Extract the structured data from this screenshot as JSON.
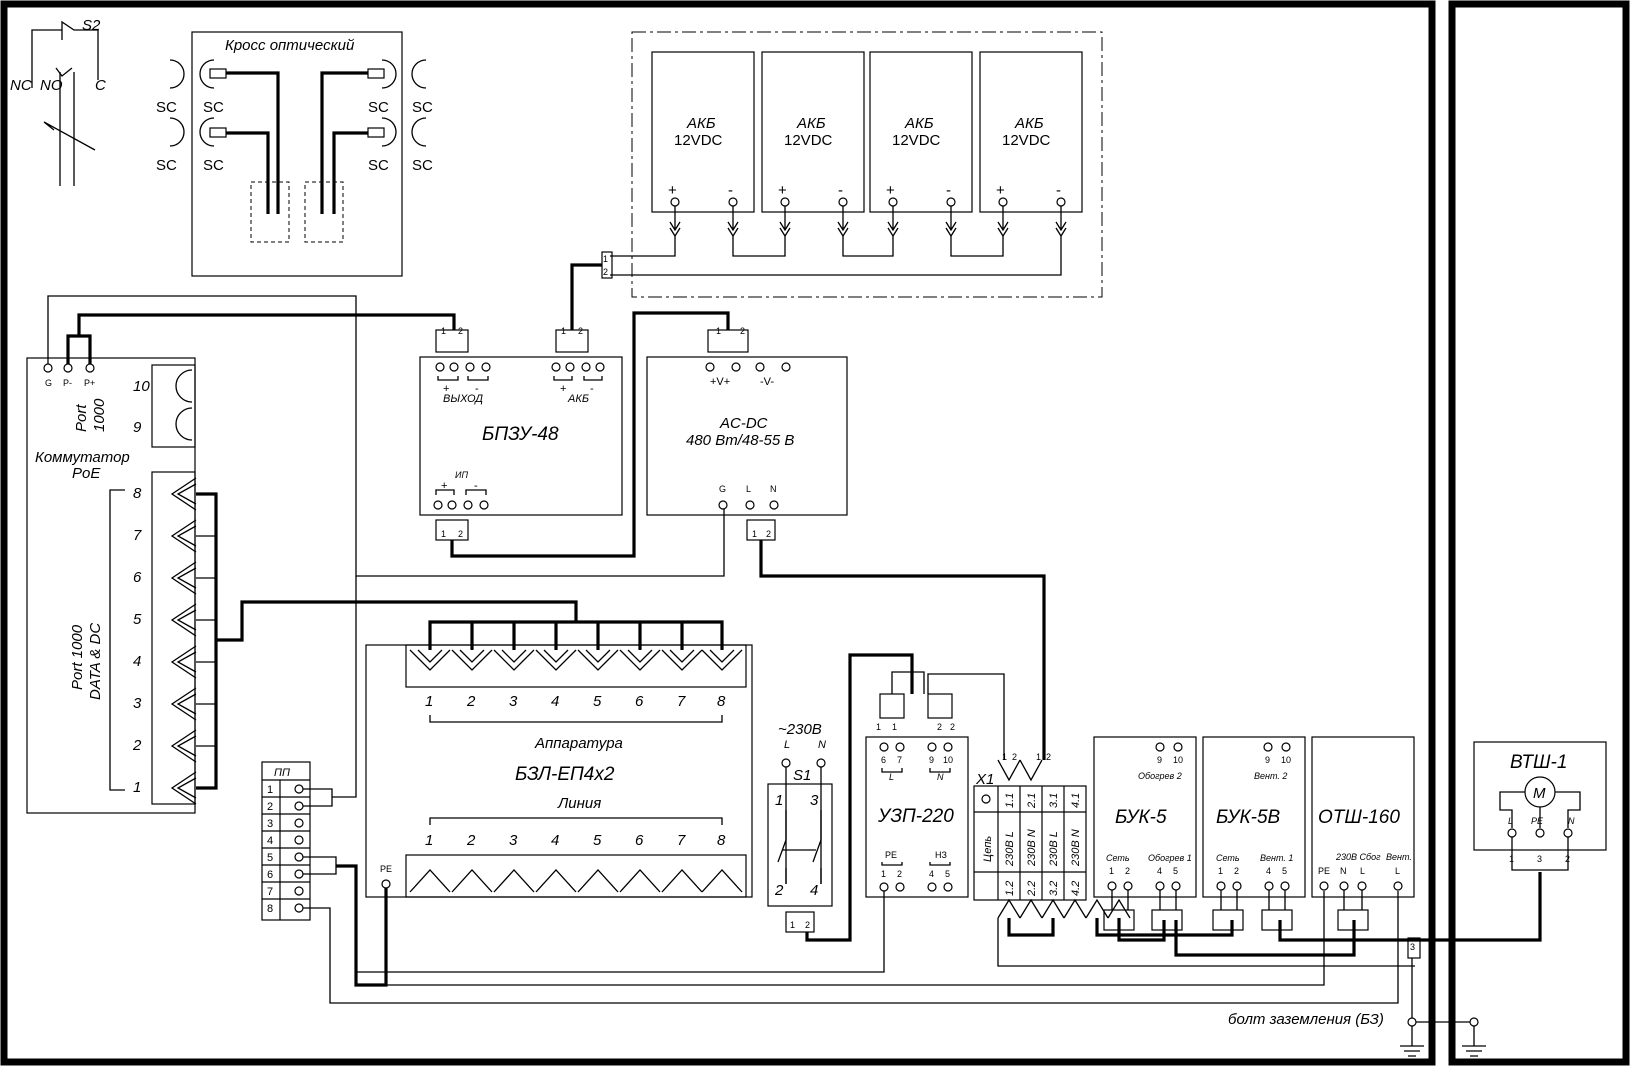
{
  "switch_s2": {
    "label": "S2",
    "nc1": "NC",
    "nc2": "NO",
    "c": "C"
  },
  "optical_cross": {
    "title": "Кросс оптический",
    "port": "SC"
  },
  "batteries": [
    {
      "name": "АКБ",
      "voltage": "12VDC",
      "plus": "+",
      "minus": "-"
    },
    {
      "name": "АКБ",
      "voltage": "12VDC",
      "plus": "+",
      "minus": "-"
    },
    {
      "name": "АКБ",
      "voltage": "12VDC",
      "plus": "+",
      "minus": "-"
    },
    {
      "name": "АКБ",
      "voltage": "12VDC",
      "plus": "+",
      "minus": "-"
    }
  ],
  "poe_switch": {
    "title_line1": "Коммутатор",
    "title_line2": "PoE",
    "pins": [
      "G",
      "P-",
      "P+"
    ],
    "fiber_port_label_1": "Port",
    "fiber_port_label_2": "1000",
    "fiber_ports": [
      "10",
      "9"
    ],
    "copper_port_label_1": "Port 1000",
    "copper_port_label_2": "DATA & DC",
    "copper_ports": [
      "8",
      "7",
      "6",
      "5",
      "4",
      "3",
      "2",
      "1"
    ]
  },
  "bpzu": {
    "name": "БПЗУ-48",
    "out_label": "ВЫХОД",
    "akb_label": "АКБ",
    "ip_label": "ИП",
    "plus": "+",
    "minus": "-"
  },
  "acdc": {
    "line1": "AC-DC",
    "line2": "480 Вт/48-55 В",
    "vplus": "+V+",
    "vminus": "-V-",
    "g": "G",
    "l": "L",
    "n": "N"
  },
  "bzl": {
    "name": "БЗЛ-ЕП4х2",
    "top_label": "Аппаратура",
    "bottom_label": "Линия",
    "ports": [
      "1",
      "2",
      "3",
      "4",
      "5",
      "6",
      "7",
      "8"
    ],
    "pe": "PE"
  },
  "terminal_ht": {
    "title": "ПП",
    "rows": [
      "1",
      "2",
      "3",
      "4",
      "5",
      "6",
      "7",
      "8"
    ]
  },
  "s1": {
    "mains": "~230В",
    "l": "L",
    "n": "N",
    "name": "S1",
    "p1": "1",
    "p2": "2",
    "p3": "3",
    "p4": "4"
  },
  "uzp": {
    "name": "УЗП-220",
    "pins_top": [
      "6",
      "7",
      "9",
      "10"
    ],
    "l": "L",
    "n": "N",
    "pe": "PE",
    "nz": "НЗ",
    "pins_bottom": [
      "1",
      "2",
      "4",
      "5"
    ]
  },
  "x1": {
    "name": "X1",
    "head": [
      "Цепь",
      "1.1",
      "2.1",
      "3.1",
      "4.1"
    ],
    "mid": [
      "230В L",
      "230В N",
      "230В L",
      "230В N"
    ],
    "bottom": [
      "1.2",
      "2.2",
      "3.2",
      "4.2"
    ]
  },
  "buk5": {
    "name": "БУК-5",
    "top_pins": [
      "9",
      "10"
    ],
    "top_label": "Обогрев 2",
    "set": "Сеть",
    "heat1": "Обогрев 1",
    "pins": [
      "1",
      "2",
      "4",
      "5"
    ]
  },
  "buk5v": {
    "name": "БУК-5В",
    "top_pins": [
      "9",
      "10"
    ],
    "top_label": "Вент. 2",
    "set": "Сеть",
    "vent1": "Вент. 1",
    "pins": [
      "1",
      "2",
      "4",
      "5"
    ]
  },
  "otsh": {
    "name": "ОТШ-160",
    "pins": [
      "PE",
      "N",
      "L",
      "L"
    ],
    "sub1": "230В Сбог",
    "sub2": "Вент."
  },
  "vtsh": {
    "name": "ВТШ-1",
    "motor": "M",
    "l": "L",
    "pe": "PE",
    "n": "N",
    "pins": [
      "1",
      "3",
      "2"
    ]
  },
  "ground": {
    "label": "болт заземления (БЗ)"
  }
}
